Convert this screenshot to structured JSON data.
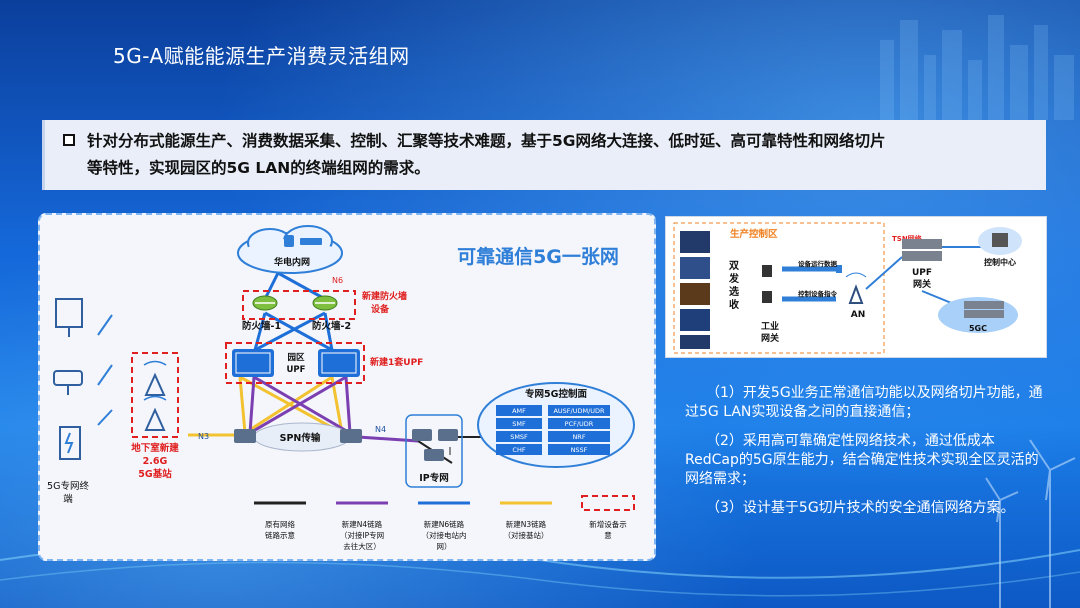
{
  "slide": {
    "title": "5G-A赋能能源生产消费灵活组网"
  },
  "intro": {
    "line1": "针对分布式能源生产、消费数据采集、控制、汇聚等技术难题，基于5G网络大连接、低时延、高可靠特性和网络切片",
    "line2": "等特性，实现园区的5G LAN的终端组网的需求。"
  },
  "diagram": {
    "title": "可靠通信5G一张网",
    "cloud_label": "华电内网",
    "n6_label": "N6",
    "n3_label": "N3",
    "n4_label": "N4",
    "firewall_left": "防火墙-1",
    "firewall_right": "防火墙-2",
    "new_firewall_label_1": "新建防火墙",
    "new_firewall_label_2": "设备",
    "upf_label_1": "园区",
    "upf_label_2": "UPF",
    "new_upf_label": "新建1套UPF",
    "spn_label": "SPN传输",
    "base_label_1": "地下室新建",
    "base_label_2": "2.6G",
    "base_label_3": "5G基站",
    "terminal_label_1": "5G专网终",
    "terminal_label_2": "端",
    "ip_label": "IP专网",
    "ctrl_title": "专网5G控制面",
    "ctrl_left": [
      "AMF",
      "SMF",
      "SMSF",
      "CHF"
    ],
    "ctrl_right": [
      "AUSF/UDM/UDR",
      "PCF/UDR",
      "NRF",
      "NSSF"
    ],
    "legend": [
      {
        "lines": [
          "原有网络",
          "链路示意"
        ],
        "color": "#222222"
      },
      {
        "lines": [
          "新建N4链路",
          "（对接IP专网",
          "去往大区）"
        ],
        "color": "#7b3fb2"
      },
      {
        "lines": [
          "新建N6链路",
          "（对接电站内",
          "网）"
        ],
        "color": "#1f6fd8"
      },
      {
        "lines": [
          "新建N3链路",
          "（对接基站）"
        ],
        "color": "#f2c230"
      },
      {
        "lines": [
          "新增设备示",
          "意"
        ],
        "color": "#e02020"
      }
    ],
    "colors": {
      "accent_blue": "#2f7fd8",
      "new_red": "#e02020",
      "n3_yellow": "#f2c230",
      "n4_purple": "#7b3fb2"
    }
  },
  "photo": {
    "zone_label": "生产控制区",
    "tsn_label": "TSN网络",
    "dual_label": [
      "双",
      "发",
      "选",
      "收"
    ],
    "gw_label_1": "工业",
    "gw_label_2": "网关",
    "up_label": "设备运行数据",
    "down_label": "控制设备指令",
    "an_label": "AN",
    "upf_label_1": "UPF",
    "upf_label_2": "网关",
    "ctrl_center": "控制中心",
    "core_label": "5GC"
  },
  "points": [
    "（1）开发5G业务正常通信功能以及网络切片功能，通过5G LAN实现设备之间的直接通信；",
    "（2）采用高可靠确定性网络技术，通过低成本RedCap的5G原生能力，结合确定性技术实现全区灵活的网络需求；",
    "（3）设计基于5G切片技术的安全通信网络方案。"
  ]
}
